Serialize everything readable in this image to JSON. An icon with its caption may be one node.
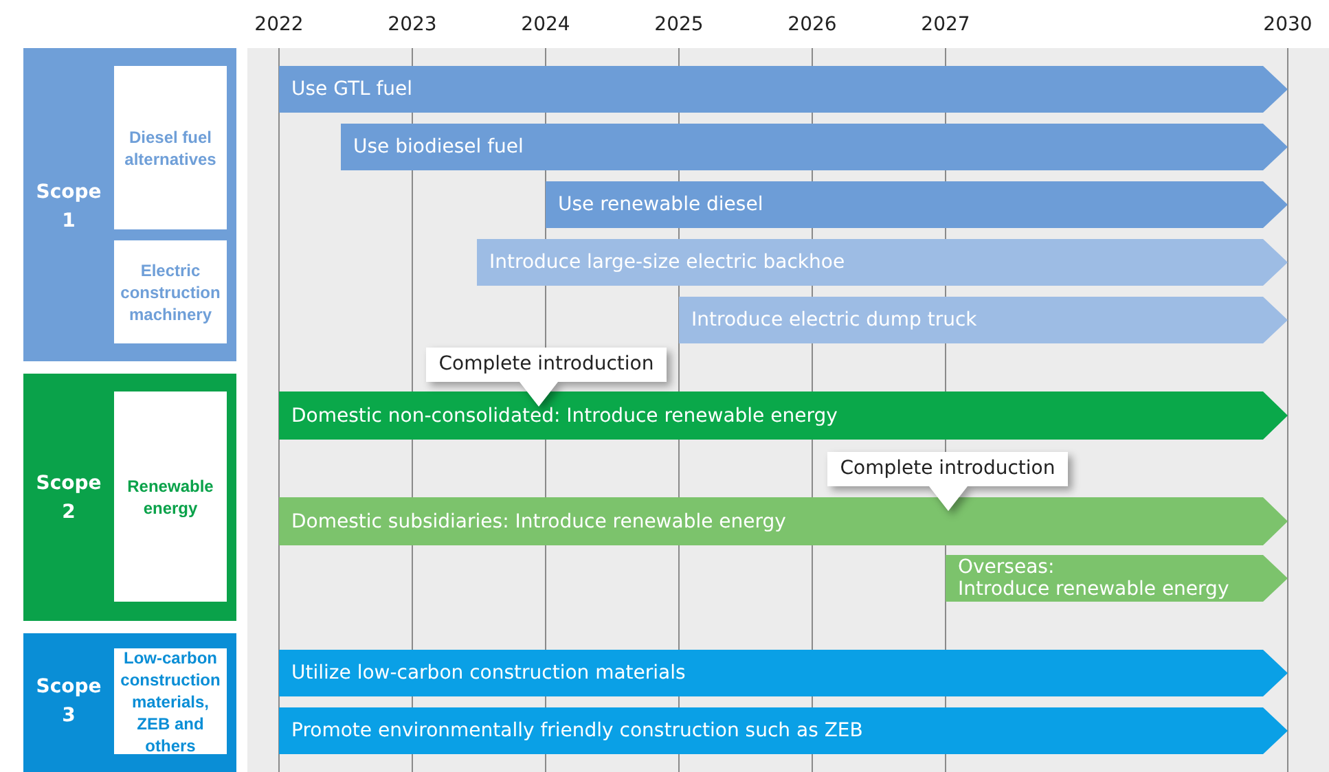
{
  "diagram": {
    "nodes": [
      {
        "text": [
          "Scope 1"
        ]
      },
      {
        "text": [
          "Diesel fuel alternatives"
        ],
        "in": 0
      },
      {
        "text": [
          "Electric construction machinery"
        ],
        "in": 0
      },
      {
        "text": [
          "Scope 2"
        ]
      },
      {
        "text": [
          "Renewable energy"
        ],
        "in": 3
      },
      {
        "text": [
          "Scope 3"
        ]
      },
      {
        "text": [
          "Low-carbon construction materials, ZEB and others"
        ],
        "in": 5
      },
      {
        "text": [
          "Use GTL fuel"
        ]
      },
      {
        "text": [
          "Use biodiesel fuel"
        ]
      },
      {
        "text": [
          "Use renewable diesel"
        ]
      },
      {
        "text": [
          "Introduce large-size electric backhoe"
        ]
      },
      {
        "text": [
          "Introduce electric dump truck"
        ]
      },
      {
        "text": [
          "Complete introduction"
        ]
      },
      {
        "text": [
          "Domestic non-consolidated: Introduce renewable energy"
        ]
      },
      {
        "text": [
          "Complete introduction"
        ]
      },
      {
        "text": [
          "Domestic subsidiaries: Introduce renewable energy"
        ]
      },
      {
        "text": [
          "Overseas:",
          "Introduce renewable energy"
        ]
      },
      {
        "text": [
          "Utilize low-carbon construction materials"
        ]
      },
      {
        "text": [
          "Promote environmentally friendly construction such as ZEB"
        ]
      }
    ],
    "labels": [
      "2022",
      "2023",
      "2024",
      "2025",
      "2026",
      "2027",
      "2030"
    ]
  }
}
